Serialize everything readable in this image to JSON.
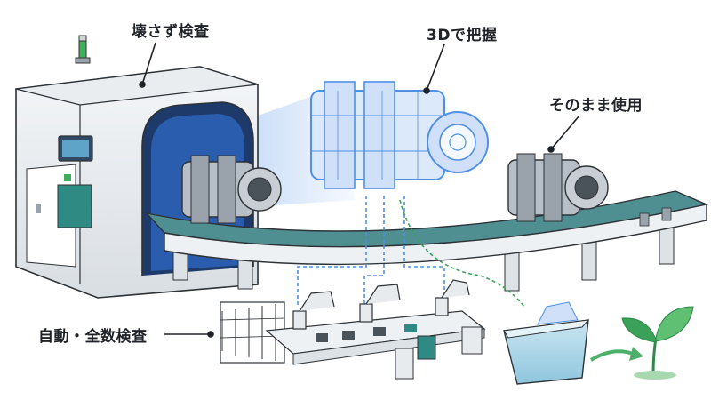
{
  "labels": {
    "nondestructive": "壊さず検査",
    "capture3d": "3Dで把握",
    "reuse": "そのまま使用",
    "automated": "自動・全数検査"
  },
  "colors": {
    "scan_blue": "#4f8fe6",
    "conveyor_teal": "#4f8f91",
    "panel_teal": "#2f8a84",
    "leaf_green": "#3aa05a",
    "recycle_arrow": "#4caf6a",
    "bin_blue": "#8fc6de"
  },
  "icons": [
    "inspection-machine",
    "valve-part",
    "3d-scan-model",
    "conveyor-belt",
    "robot-arm",
    "recycle-bin",
    "sprout-icon"
  ]
}
